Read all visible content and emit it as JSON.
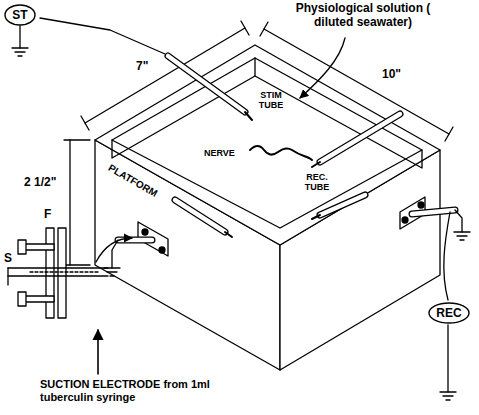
{
  "diagram": {
    "nodes": [
      {
        "text": [
          "ST"
        ]
      },
      {
        "text": [
          "REC"
        ]
      }
    ],
    "edges": [],
    "labels": [
      "Physiological solution ( diluted seawater)",
      "10\"",
      "7\"",
      "2 1/2\"",
      "STIM TUBE",
      "NERVE",
      "REC. TUBE",
      "PLATFORM",
      "S",
      "F",
      "SUCTION ELECTRODE from 1ml tuberculin syringe"
    ]
  }
}
